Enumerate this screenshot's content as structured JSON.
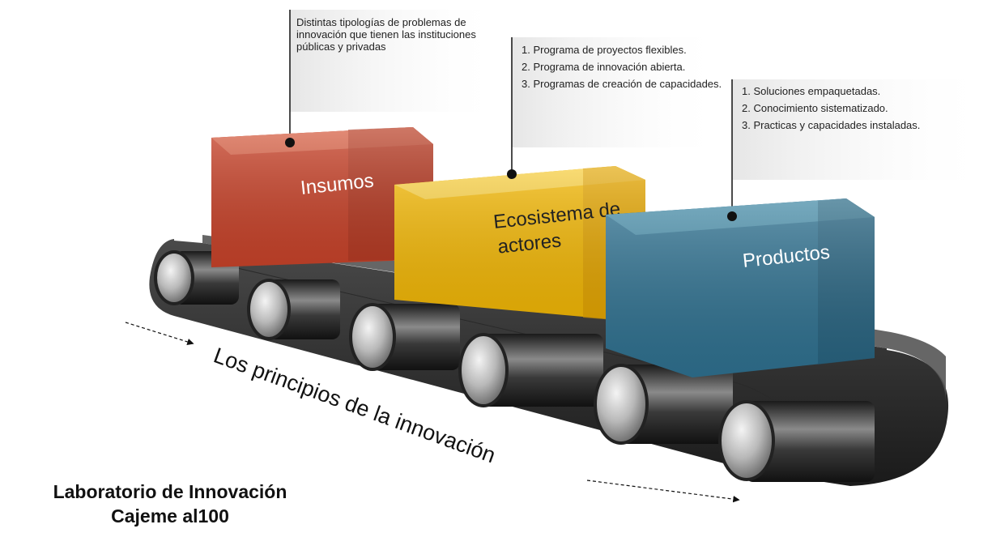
{
  "boxes": [
    {
      "label": "Insumos",
      "color": "#c8432a"
    },
    {
      "label_lines": [
        "Ecosistema de",
        "actores"
      ],
      "color": "#f2b705"
    },
    {
      "label": "Productos",
      "color": "#2f7190"
    }
  ],
  "callouts": [
    {
      "text": "Distintas tipologías de problemas de innovación que tienen las instituciones públicas y privadas"
    },
    {
      "items": [
        "1. Programa de proyectos flexibles.",
        "2. Programa de innovación abierta.",
        "3. Programas de creación de capacidades."
      ]
    },
    {
      "items": [
        "1. Soluciones empaquetadas.",
        "2. Conocimiento sistematizado.",
        "3. Practicas y capacidades instaladas."
      ]
    }
  ],
  "conveyor_label": "Los principios de la innovación",
  "footer": {
    "line1": "Laboratorio de Innovación",
    "line2": "Cajeme al100"
  }
}
